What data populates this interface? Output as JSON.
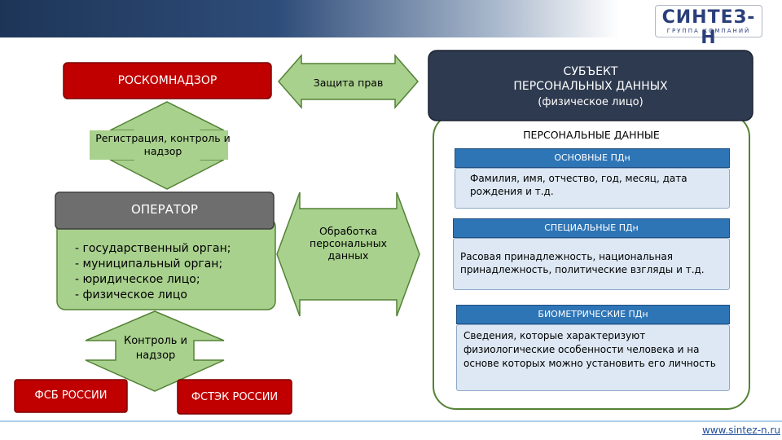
{
  "logo": {
    "name": "СИНТЕЗ-Н",
    "subtitle": "ГРУППА КОМПАНИЙ"
  },
  "colors": {
    "red": "#c00000",
    "green": "#a9d18e",
    "green_border": "#548235",
    "navy": "#2e3a4f",
    "grey": "#6e6e6e",
    "blue_header": "#2e75b6",
    "light_blue": "#dde8f4"
  },
  "left": {
    "regulator": "РОСКОМНАДЗОР",
    "registration": "Регистрация, контроль и надзор",
    "operator_title": "ОПЕРАТОР",
    "operator_items": [
      "- государственный орган;",
      "- муниципальный орган;",
      "- юридическое лицо;",
      "- физическое лицо"
    ],
    "control": "Контроль и надзор",
    "fsb": "ФСБ РОССИИ",
    "fstek": "ФСТЭК РОССИИ"
  },
  "middle": {
    "rights_protection": "Защита прав",
    "processing": "Обработка персональных данных"
  },
  "right": {
    "subject_title_line1": "СУБЪЕКТ",
    "subject_title_line2": "ПЕРСОНАЛЬНЫХ ДАННЫХ",
    "subject_note": "(физическое лицо)",
    "pd_title": "ПЕРСОНАЛЬНЫЕ ДАННЫЕ",
    "basic_header": "ОСНОВНЫЕ ПДн",
    "basic_text": "Фамилия, имя, отчество, год, месяц, дата рождения и т.д.",
    "special_header": "СПЕЦИАЛЬНЫЕ ПДн",
    "special_text": "Расовая принадлежность, национальная принадлежность, политические взгляды и т.д.",
    "biometric_header": "БИОМЕТРИЧЕСКИЕ ПДн",
    "biometric_text": "Сведения, которые характеризуют физиологические особенности человека и на основе которых можно установить его личность"
  },
  "footer": {
    "url": "www.sintez-n.ru"
  }
}
